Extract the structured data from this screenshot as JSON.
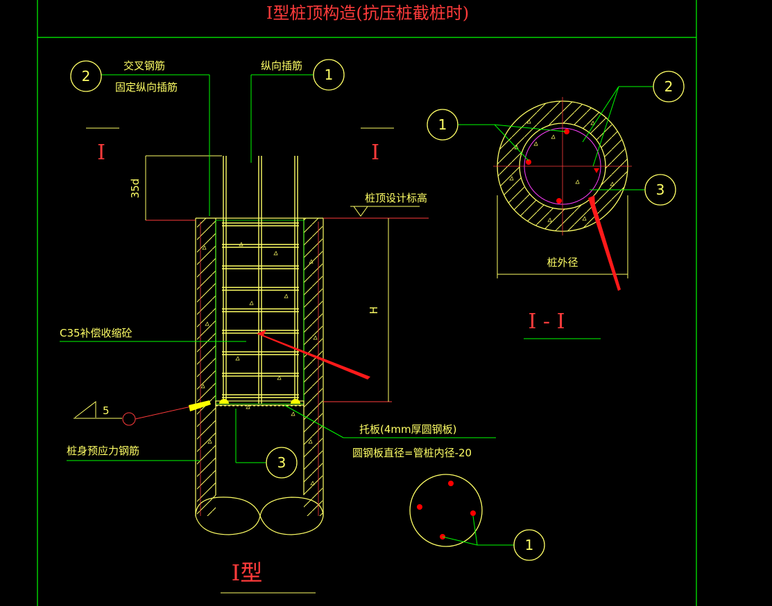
{
  "title": "I型桩顶构造(抗压桩截桩时)",
  "labels": {
    "cross_bar": "交叉钢筋",
    "fix_bar": "固定纵向插筋",
    "long_bar": "纵向插筋",
    "top_elev": "桩顶设计标高",
    "dim_35d": "35d",
    "dim_H": "H",
    "concrete": "C35补偿收缩砼",
    "plate1": "托板(4mm厚圆钢板)",
    "plate2": "圆钢板直径=管桩内径-20",
    "prestress": "桩身预应力钢筋",
    "weld": "5",
    "outer_dia": "桩外径",
    "sec_I": "I",
    "sec_I_r": "I",
    "sec_II": "I - I",
    "type_I": "I型"
  },
  "callouts": {
    "one": "1",
    "two": "2",
    "three": "3"
  },
  "colors": {
    "background": "#000000",
    "frame": "#00ff00",
    "drawing": "#ffff66",
    "text_red": "#ff3b3b",
    "annotation": "#ff0000",
    "magenta": "#ff40ff"
  }
}
